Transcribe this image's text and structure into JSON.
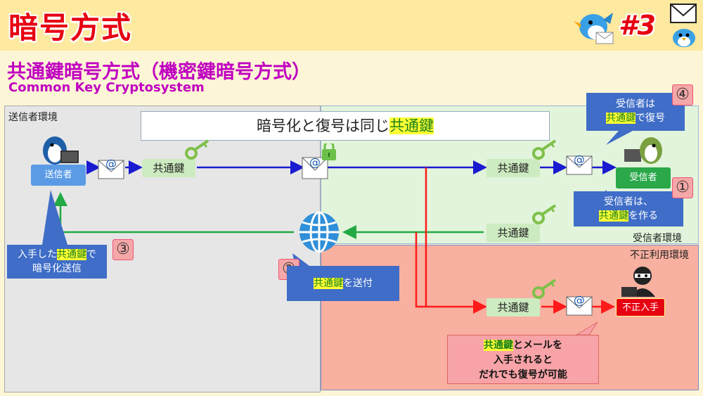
{
  "header": {
    "title": "暗号方式",
    "episode": "#3"
  },
  "subtitle": "共通鍵暗号方式（機密鍵暗号方式）",
  "subtitle_en": "Common Key Cryptosystem",
  "zones": {
    "sender": "送信者環境",
    "receiver": "受信者環境",
    "fraud": "不正利用環境"
  },
  "banner": {
    "pre": "暗号化と復号は同じ",
    "highlight": "共通鍵"
  },
  "actors": {
    "sender": "送信者",
    "receiver": "受信者",
    "fraud": "不正入手"
  },
  "key_label": "共通鍵",
  "steps": {
    "s1": {
      "num": "①",
      "line1": "受信者は、",
      "key": "共通鍵",
      "rest": "を作る"
    },
    "s2": {
      "num": "②",
      "key": "共通鍵",
      "rest": "を送付"
    },
    "s3": {
      "num": "③",
      "pre": "入手した",
      "key": "共通鍵",
      "post": "で",
      "line2": "暗号化送信"
    },
    "s4": {
      "num": "④",
      "line1": "受信者は",
      "key": "共通鍵",
      "rest": "で復号"
    }
  },
  "warning": {
    "key": "共通鍵",
    "line1_rest": "とメールを",
    "line2": "入手されると",
    "line3": "だれでも復号が可能"
  },
  "colors": {
    "accent_red": "#e60012",
    "accent_magenta": "#c000c0",
    "arrow_blue": "#1a1ad0",
    "arrow_green": "#22aa44",
    "arrow_red": "#ff1a1a",
    "callout_blue": "#3f6dc7"
  }
}
